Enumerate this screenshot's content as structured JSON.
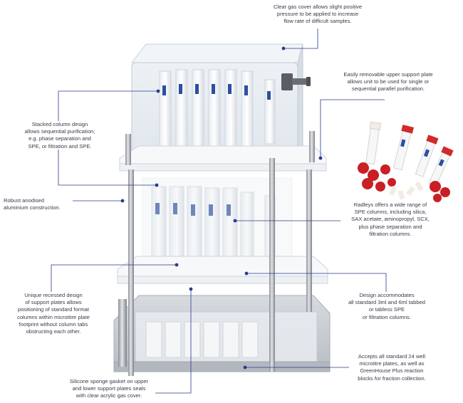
{
  "callouts": [
    {
      "id": "gas-cover",
      "text": "Clear gas cover allows slight positive\npressure to be applied to increase\nflow rate of difficult samples."
    },
    {
      "id": "upper-plate",
      "text": "Easily removable upper support plate\nallows unit to be used for single or\nsequential parallel purification."
    },
    {
      "id": "stacked",
      "text": "Stacked column design\nallows sequential purification;\ne.g. phase separation and\nSPE, or filtration and SPE."
    },
    {
      "id": "aluminium",
      "text": "Robust anodised\naluminium construction."
    },
    {
      "id": "spe-columns",
      "text": "Radleys offers a wide range of\nSPE columns, including silica,\nSAX acetate, aminopropyl, SCX,\nplus phase separation and\nfiltration columns."
    },
    {
      "id": "recessed",
      "text": "Unique recessed design\nof support plates allows\npositioning of standard format\ncolumns within microtitre plate\nfootprint without column tabs\nobstructing each other."
    },
    {
      "id": "design-accommodates",
      "text": "Design accommodates\nall standard 3ml and 6ml tabbed\nor tabless SPE\nor filtration columns."
    },
    {
      "id": "gasket",
      "text": "Silicone sponge gasket on upper\nand lower support plates seals\nwith clear acrylic gas cover."
    },
    {
      "id": "microtitre",
      "text": "Accepts all standard 24 well\nmicrotitre plates, as well as\nGreenHouse Plus reaction\nblocks for fraction collection."
    }
  ],
  "colors": {
    "leader": "#2b3a8a",
    "rod": "#b9bcc2",
    "plate": "#f4f6f8",
    "acrylic": "#e6edf3",
    "red_cap": "#d12a2a",
    "blue_label": "#2c4fa0"
  }
}
